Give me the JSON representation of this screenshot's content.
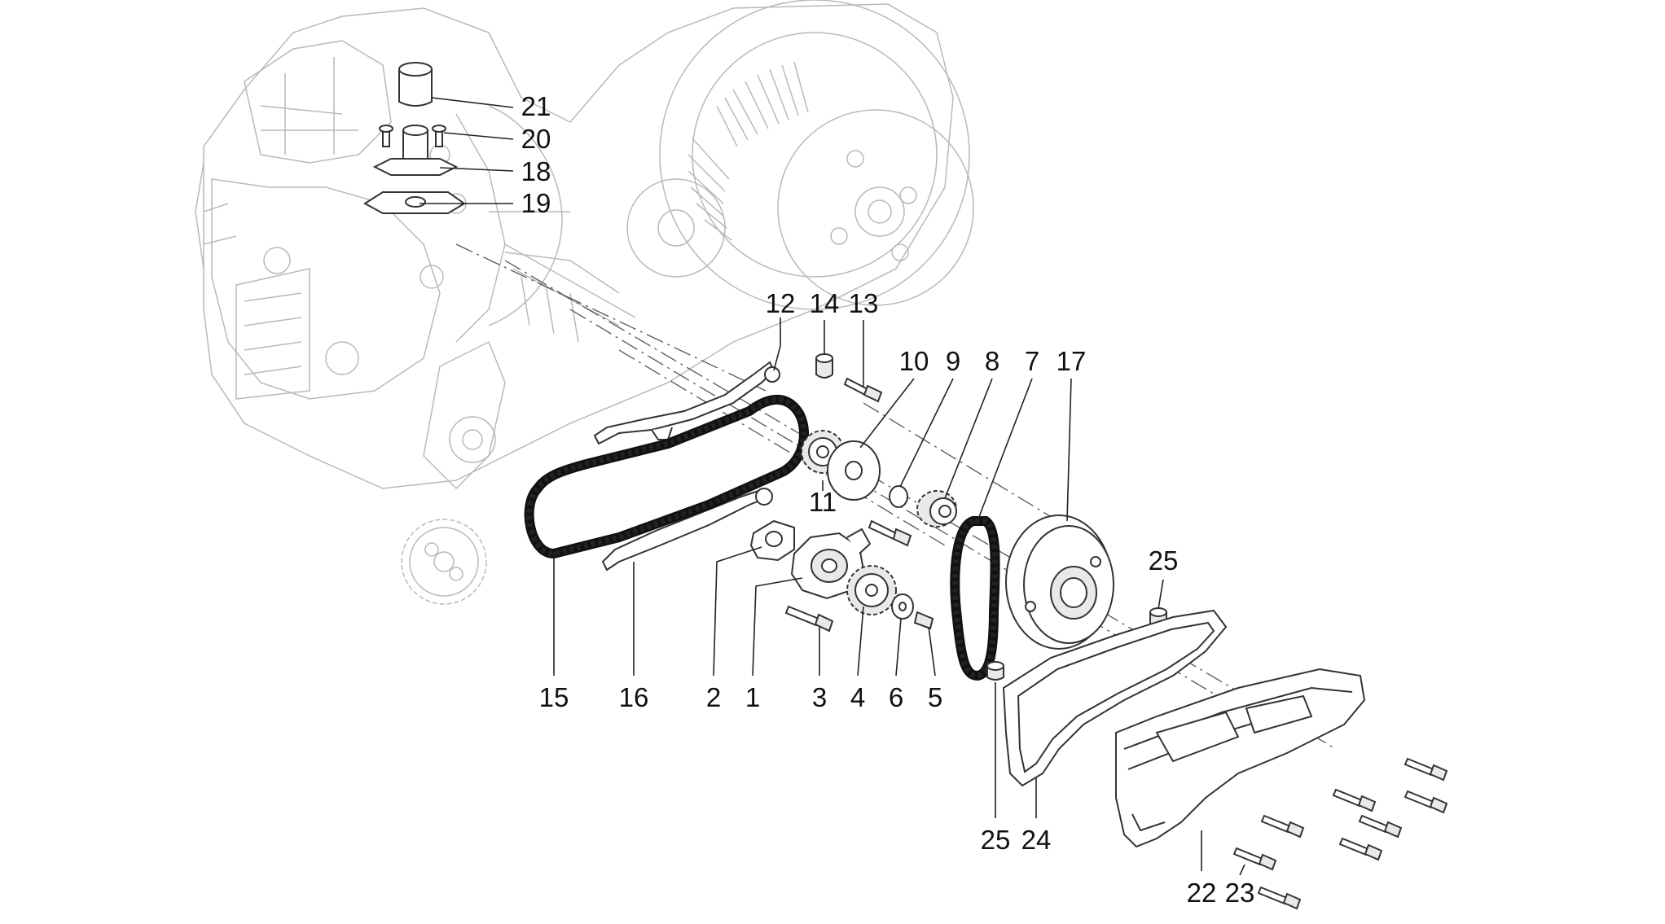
{
  "callouts": [
    {
      "id": "c21",
      "label": "21"
    },
    {
      "id": "c20",
      "label": "20"
    },
    {
      "id": "c18",
      "label": "18"
    },
    {
      "id": "c19",
      "label": "19"
    },
    {
      "id": "c12",
      "label": "12"
    },
    {
      "id": "c14",
      "label": "14"
    },
    {
      "id": "c13",
      "label": "13"
    },
    {
      "id": "c10",
      "label": "10"
    },
    {
      "id": "c9",
      "label": "9"
    },
    {
      "id": "c8",
      "label": "8"
    },
    {
      "id": "c7",
      "label": "7"
    },
    {
      "id": "c17",
      "label": "17"
    },
    {
      "id": "c11",
      "label": "11"
    },
    {
      "id": "c25a",
      "label": "25"
    },
    {
      "id": "c15",
      "label": "15"
    },
    {
      "id": "c16",
      "label": "16"
    },
    {
      "id": "c2",
      "label": "2"
    },
    {
      "id": "c1",
      "label": "1"
    },
    {
      "id": "c3",
      "label": "3"
    },
    {
      "id": "c4",
      "label": "4"
    },
    {
      "id": "c6",
      "label": "6"
    },
    {
      "id": "c5",
      "label": "5"
    },
    {
      "id": "c25b",
      "label": "25"
    },
    {
      "id": "c24",
      "label": "24"
    },
    {
      "id": "c22",
      "label": "22"
    },
    {
      "id": "c23",
      "label": "23"
    }
  ]
}
